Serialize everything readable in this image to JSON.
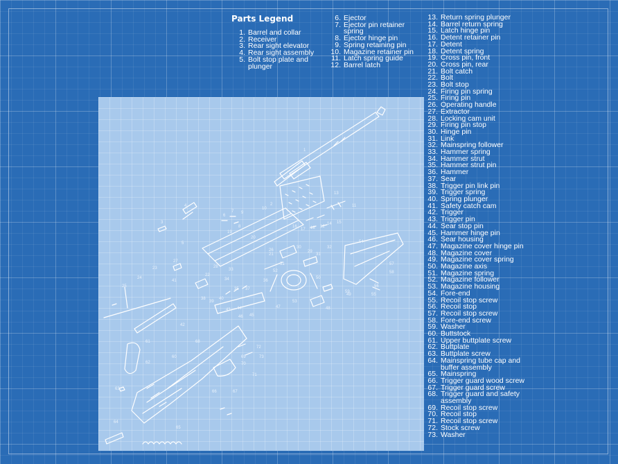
{
  "legend": {
    "title": "Parts Legend",
    "columns": [
      [
        {
          "n": "1.",
          "label": "Barrel and collar"
        },
        {
          "n": "2.",
          "label": "Receiver"
        },
        {
          "n": "3.",
          "label": "Rear sight elevator"
        },
        {
          "n": "4.",
          "label": "Rear sight assembly"
        },
        {
          "n": "5.",
          "label": "Bolt stop plate and plunger"
        }
      ],
      [
        {
          "n": "6.",
          "label": "Ejector"
        },
        {
          "n": "7.",
          "label": "Ejector pin retainer spring"
        },
        {
          "n": "8.",
          "label": "Ejector hinge pin"
        },
        {
          "n": "9.",
          "label": "Spring retaining pin"
        },
        {
          "n": "10.",
          "label": "Magazine retainer pin"
        },
        {
          "n": "11.",
          "label": "Latch spring guide"
        },
        {
          "n": "12.",
          "label": "Barrel latch"
        }
      ],
      [
        {
          "n": "13.",
          "label": "Return spring plunger"
        },
        {
          "n": "14.",
          "label": "Barrel return spring"
        },
        {
          "n": "15.",
          "label": "Latch hinge pin"
        },
        {
          "n": "16.",
          "label": "Detent retainer pin"
        },
        {
          "n": "17.",
          "label": "Detent"
        },
        {
          "n": "18.",
          "label": "Detent spring"
        },
        {
          "n": "19.",
          "label": "Cross pin, front"
        },
        {
          "n": "20.",
          "label": "Cross pin, rear"
        },
        {
          "n": "21.",
          "label": "Bolt catch"
        },
        {
          "n": "22.",
          "label": "Bolt"
        },
        {
          "n": "23.",
          "label": "Bolt stop"
        },
        {
          "n": "24.",
          "label": "Firing pin spring"
        },
        {
          "n": "25.",
          "label": "Firing pin"
        },
        {
          "n": "26.",
          "label": "Operating handle"
        },
        {
          "n": "27.",
          "label": "Extractor"
        },
        {
          "n": "28.",
          "label": "Locking cam unit"
        },
        {
          "n": "29.",
          "label": "Firing pin stop"
        },
        {
          "n": "30.",
          "label": "Hinge pin"
        },
        {
          "n": "31.",
          "label": "Link"
        },
        {
          "n": "32.",
          "label": "Mainspring follower"
        },
        {
          "n": "33.",
          "label": "Hammer spring"
        },
        {
          "n": "34.",
          "label": "Hammer strut"
        },
        {
          "n": "35.",
          "label": "Hammer strut pin"
        },
        {
          "n": "36.",
          "label": "Hammer"
        },
        {
          "n": "37.",
          "label": "Sear"
        },
        {
          "n": "38.",
          "label": "Trigger pin link pin"
        },
        {
          "n": "39.",
          "label": "Trigger spring"
        },
        {
          "n": "40.",
          "label": "Spring plunger"
        },
        {
          "n": "41.",
          "label": "Safety catch cam"
        },
        {
          "n": "42.",
          "label": "Trigger"
        },
        {
          "n": "43.",
          "label": "Trigger pin"
        },
        {
          "n": "44.",
          "label": "Sear stop pin"
        },
        {
          "n": "45.",
          "label": "Hammer hinge pin"
        },
        {
          "n": "46.",
          "label": "Sear housing"
        },
        {
          "n": "47.",
          "label": "Magazine cover hinge pin"
        },
        {
          "n": "48.",
          "label": "Magazine cover"
        },
        {
          "n": "49.",
          "label": "Magazine cover spring"
        },
        {
          "n": "50.",
          "label": "Magazine axis"
        },
        {
          "n": "51.",
          "label": "Magazine spring"
        },
        {
          "n": "52.",
          "label": "Magazine follower"
        },
        {
          "n": "53.",
          "label": "Magazine housing"
        },
        {
          "n": "54.",
          "label": "Fore-end"
        },
        {
          "n": "55.",
          "label": "Recoil stop screw"
        },
        {
          "n": "56.",
          "label": "Recoil stop"
        },
        {
          "n": "57.",
          "label": "Recoil stop screw"
        },
        {
          "n": "58.",
          "label": "Fore-end screw"
        },
        {
          "n": "59.",
          "label": "Washer"
        },
        {
          "n": "60.",
          "label": "Buttstock"
        },
        {
          "n": "61.",
          "label": "Upper buttplate screw"
        },
        {
          "n": "62.",
          "label": "Buttplate"
        },
        {
          "n": "63.",
          "label": "Buttplate screw"
        },
        {
          "n": "64.",
          "label": "Mainspring tube cap and buffer assembly"
        },
        {
          "n": "65.",
          "label": "Mainspring"
        },
        {
          "n": "66.",
          "label": "Trigger guard wood screw"
        },
        {
          "n": "67.",
          "label": "Trigger guard screw"
        },
        {
          "n": "68.",
          "label": "Trigger guard and safety assembly"
        },
        {
          "n": "69.",
          "label": "Recoil stop screw"
        },
        {
          "n": "70.",
          "label": "Recoil stop"
        },
        {
          "n": "71.",
          "label": "Recoil stop screw"
        },
        {
          "n": "72.",
          "label": "Stock screw"
        },
        {
          "n": "73.",
          "label": "Washer"
        }
      ]
    ]
  },
  "callouts": [
    "1",
    "2",
    "3",
    "4",
    "5",
    "6",
    "7",
    "8",
    "9",
    "10",
    "11",
    "12",
    "13",
    "14",
    "15",
    "16",
    "17",
    "18",
    "19",
    "20",
    "21",
    "22",
    "23",
    "24",
    "25",
    "26",
    "27",
    "28",
    "29",
    "30",
    "31",
    "32",
    "33",
    "34",
    "35",
    "36",
    "37",
    "38",
    "39",
    "40",
    "41",
    "42",
    "43",
    "44",
    "45",
    "46",
    "47",
    "48",
    "49",
    "50",
    "51",
    "52",
    "53",
    "54",
    "55",
    "56",
    "57",
    "58",
    "59",
    "60",
    "61",
    "62",
    "63",
    "64",
    "65",
    "66",
    "67",
    "68",
    "69",
    "70",
    "71",
    "72",
    "73"
  ],
  "colors": {
    "blueprint": "#2a6cb6",
    "panel": "#a8c9ec",
    "line": "#ffffff"
  }
}
